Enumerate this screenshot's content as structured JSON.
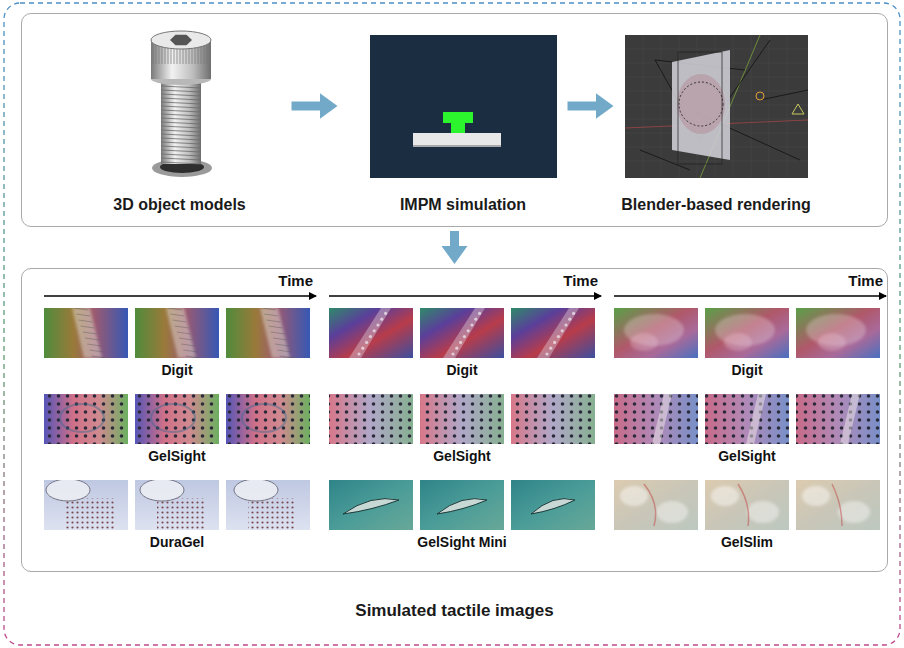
{
  "diagram": {
    "nodes": [
      {
        "text": []
      },
      {
        "text": [
          "3D object models"
        ],
        "in": 0
      },
      {
        "text": [
          "IMPM simulation"
        ],
        "in": 0
      },
      {
        "text": [
          "Blender-based rendering"
        ],
        "in": 0
      },
      {
        "text": [
          "Simulated tactile images"
        ]
      }
    ],
    "edges": [
      {
        "from": 1,
        "to": 2,
        "arrow": "to"
      },
      {
        "from": 2,
        "to": 3,
        "arrow": "to"
      },
      {
        "from": 0,
        "to": 4,
        "arrow": "to"
      }
    ],
    "labels": [
      "Time",
      "Time",
      "Time",
      "Digit",
      "Digit",
      "Digit",
      "GelSight",
      "GelSight",
      "GelSight",
      "DuraGel",
      "GelSight Mini",
      "GelSlim"
    ]
  }
}
